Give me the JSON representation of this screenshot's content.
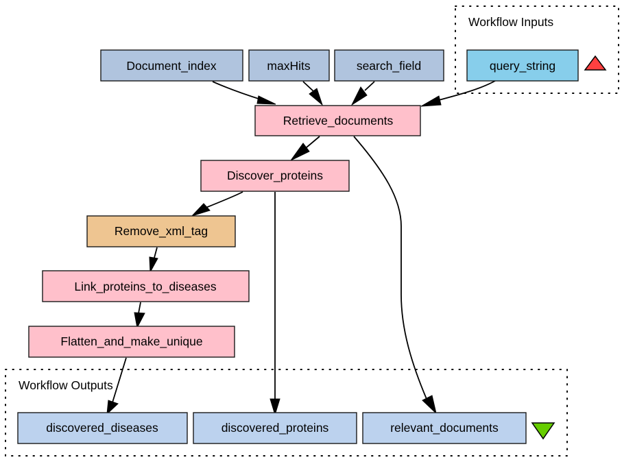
{
  "colors": {
    "input_node": "#b0c4de",
    "workflow_input_node": "#87ceeb",
    "processor_node": "#ffc0cb",
    "local_processor_node": "#eec591",
    "output_node": "#bcd2ee",
    "input_marker": "#ff4040",
    "output_marker": "#66cd00"
  },
  "clusters": {
    "inputs": {
      "label": "Workflow Inputs"
    },
    "outputs": {
      "label": "Workflow Outputs"
    }
  },
  "nodes": {
    "document_index": {
      "label": "Document_index"
    },
    "max_hits": {
      "label": "maxHits"
    },
    "search_field": {
      "label": "search_field"
    },
    "query_string": {
      "label": "query_string"
    },
    "retrieve_documents": {
      "label": "Retrieve_documents"
    },
    "discover_proteins": {
      "label": "Discover_proteins"
    },
    "remove_xml_tag": {
      "label": "Remove_xml_tag"
    },
    "link_proteins_to_diseases": {
      "label": "Link_proteins_to_diseases"
    },
    "flatten_and_make_unique": {
      "label": "Flatten_and_make_unique"
    },
    "discovered_diseases": {
      "label": "discovered_diseases"
    },
    "discovered_proteins": {
      "label": "discovered_proteins"
    },
    "relevant_documents": {
      "label": "relevant_documents"
    }
  },
  "edges": [
    {
      "from": "Document_index",
      "to": "Retrieve_documents"
    },
    {
      "from": "maxHits",
      "to": "Retrieve_documents"
    },
    {
      "from": "search_field",
      "to": "Retrieve_documents"
    },
    {
      "from": "query_string",
      "to": "Retrieve_documents"
    },
    {
      "from": "Retrieve_documents",
      "to": "Discover_proteins"
    },
    {
      "from": "Retrieve_documents",
      "to": "relevant_documents"
    },
    {
      "from": "Discover_proteins",
      "to": "Remove_xml_tag"
    },
    {
      "from": "Discover_proteins",
      "to": "discovered_proteins"
    },
    {
      "from": "Remove_xml_tag",
      "to": "Link_proteins_to_diseases"
    },
    {
      "from": "Link_proteins_to_diseases",
      "to": "Flatten_and_make_unique"
    },
    {
      "from": "Flatten_and_make_unique",
      "to": "discovered_diseases"
    }
  ],
  "markers": {
    "inputs": "triangle-up-icon",
    "outputs": "triangle-down-icon"
  }
}
